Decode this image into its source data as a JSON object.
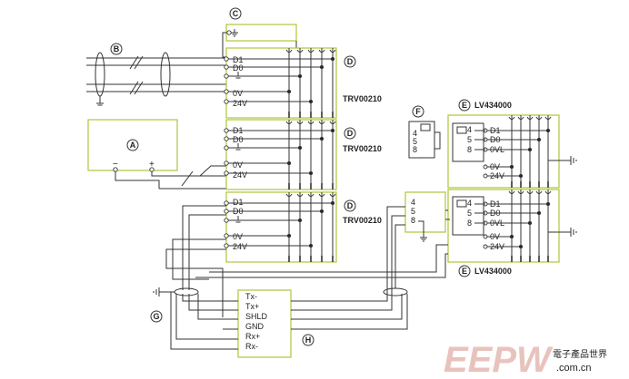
{
  "callouts": {
    "A": "A",
    "B": "B",
    "C": "C",
    "D": "D",
    "E": "E",
    "F": "F",
    "G": "G",
    "H": "H"
  },
  "power": {
    "minus": "−",
    "plus": "+"
  },
  "trv1": {
    "model": "TRV00210",
    "d1": "D1",
    "d0": "D0",
    "ov": "0V",
    "v24": "24V"
  },
  "trv2": {
    "model": "TRV00210",
    "d1": "D1",
    "d0": "D0",
    "ov": "0V",
    "v24": "24V"
  },
  "trv3": {
    "model": "TRV00210",
    "d1": "D1",
    "d0": "D0",
    "ov": "0V",
    "v24": "24V"
  },
  "lv1": {
    "model": "LV434000",
    "p4": "4",
    "p5": "5",
    "p8": "8",
    "d1": "D1",
    "d0": "D0",
    "ovl": "0VL",
    "ov": "0V",
    "v24": "24V"
  },
  "lv2": {
    "model": "LV434000",
    "p4": "4",
    "p5": "5",
    "p8": "8",
    "d1": "D1",
    "d0": "D0",
    "ovl": "0VL",
    "ov": "0V",
    "v24": "24V"
  },
  "rj": {
    "p4": "4",
    "p5": "5",
    "p8": "8"
  },
  "f": {
    "p4": "4",
    "p5": "5",
    "p8": "8"
  },
  "h": {
    "txm": "Tx-",
    "txp": "Tx+",
    "shld": "SHLD",
    "gnd": "GND",
    "rxp": "Rx+",
    "rxm": "Rx-"
  },
  "watermark": {
    "logo": "EEPW",
    "cn": "電子產品世界",
    "url": ".com.cn"
  }
}
